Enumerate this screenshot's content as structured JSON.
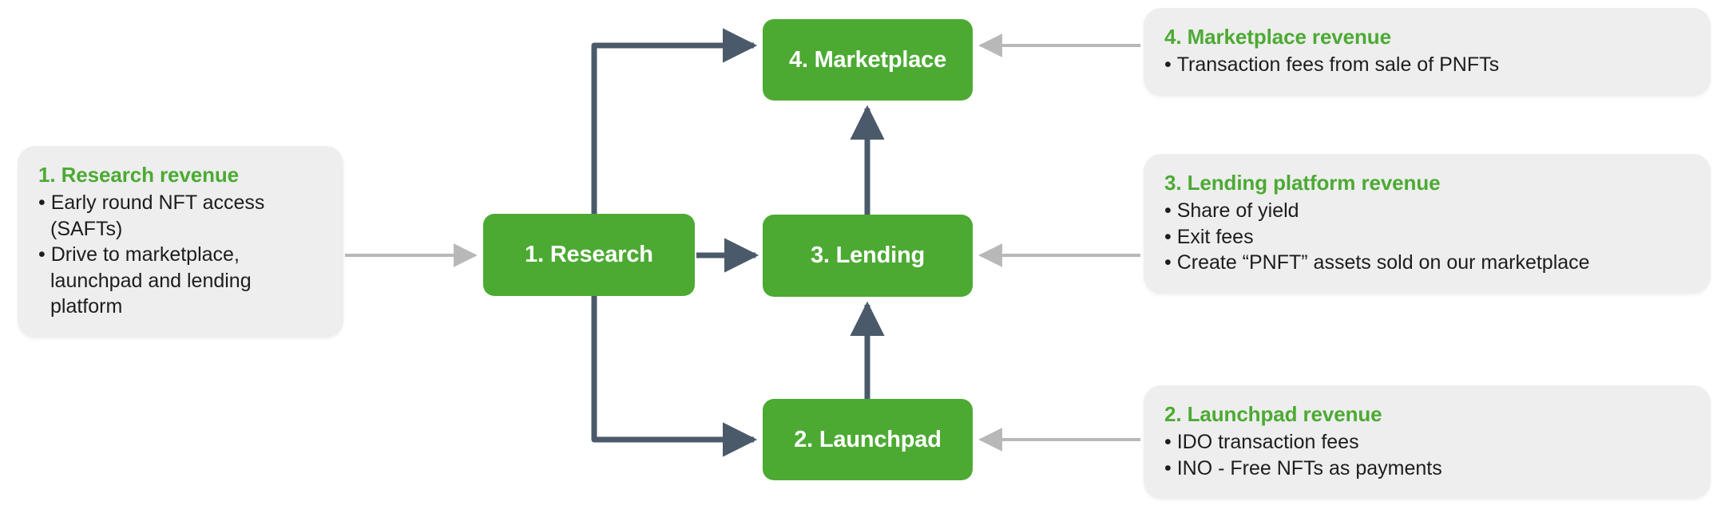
{
  "diagram": {
    "title_colors": {
      "accent_green": "#4caa33",
      "node_green": "#4caa33",
      "card_gray": "#eeeeee",
      "dark_arrow": "#4a5a6a",
      "light_arrow": "#b8b8b8",
      "body_text": "#1d1d1d"
    },
    "nodes": [
      {
        "id": "research",
        "label": "1. Research"
      },
      {
        "id": "launchpad",
        "label": "2. Launchpad"
      },
      {
        "id": "lending",
        "label": "3. Lending"
      },
      {
        "id": "marketplace",
        "label": "4. Marketplace"
      }
    ],
    "cards": [
      {
        "id": "research",
        "title": "1. Research revenue",
        "bullets": [
          "Early round NFT access (SAFTs)",
          "Drive to marketplace, launchpad and lending platform"
        ]
      },
      {
        "id": "launchpad",
        "title": "2. Launchpad revenue",
        "bullets": [
          "IDO transaction fees",
          "INO - Free NFTs as payments"
        ]
      },
      {
        "id": "lending",
        "title": "3. Lending platform revenue",
        "bullets": [
          "Share of yield",
          "Exit fees",
          "Create “PNFT” assets sold on our marketplace"
        ]
      },
      {
        "id": "marketplace",
        "title": "4. Marketplace revenue",
        "bullets": [
          "Transaction fees from sale of PNFTs"
        ]
      }
    ],
    "connectors": [
      {
        "from": "research-revenue-card",
        "to": "research",
        "style": "light",
        "direction": "right"
      },
      {
        "from": "research",
        "to": "lending",
        "style": "dark",
        "direction": "right"
      },
      {
        "from": "research",
        "to": "marketplace",
        "style": "dark",
        "direction": "elbow-up-right"
      },
      {
        "from": "research",
        "to": "launchpad",
        "style": "dark",
        "direction": "elbow-down-right"
      },
      {
        "from": "launchpad",
        "to": "lending",
        "style": "dark",
        "direction": "up"
      },
      {
        "from": "lending",
        "to": "marketplace",
        "style": "dark",
        "direction": "up"
      },
      {
        "from": "marketplace-card",
        "to": "marketplace",
        "style": "light",
        "direction": "left"
      },
      {
        "from": "lending-card",
        "to": "lending",
        "style": "light",
        "direction": "left"
      },
      {
        "from": "launchpad-card",
        "to": "launchpad",
        "style": "light",
        "direction": "left"
      }
    ]
  }
}
